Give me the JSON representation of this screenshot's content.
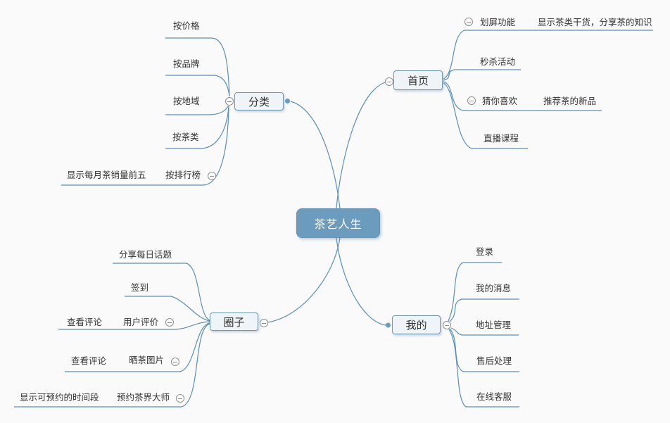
{
  "canvas": {
    "background": "#fafafa",
    "line_color": "#5a8fba",
    "node_fill": "#eff4f8",
    "node_border": "#7096ae",
    "root_fill": "#6b9cbd",
    "root_text_color": "#ffffff",
    "dot_color": "#6b9cbd"
  },
  "mindmap": {
    "root": {
      "label": "茶艺人生"
    },
    "branches": [
      {
        "label": "分类",
        "children": [
          {
            "label": "按价格"
          },
          {
            "label": "按品牌"
          },
          {
            "label": "按地域"
          },
          {
            "label": "按茶类"
          },
          {
            "label": "按排行榜",
            "children": [
              {
                "label": "显示每月茶销量前五"
              }
            ]
          }
        ]
      },
      {
        "label": "首页",
        "children": [
          {
            "label": "划屏功能",
            "children": [
              {
                "label": "显示茶类干货，分享茶的知识"
              }
            ]
          },
          {
            "label": "秒杀活动"
          },
          {
            "label": "猜你喜欢",
            "children": [
              {
                "label": "推荐茶的新品"
              }
            ]
          },
          {
            "label": "直播课程"
          }
        ]
      },
      {
        "label": "圈子",
        "children": [
          {
            "label": "分享每日话题"
          },
          {
            "label": "签到"
          },
          {
            "label": "用户评价",
            "children": [
              {
                "label": "查看评论"
              }
            ]
          },
          {
            "label": "晒茶图片",
            "children": [
              {
                "label": "查看评论"
              }
            ]
          },
          {
            "label": "预约茶界大师",
            "children": [
              {
                "label": "显示可预约的时间段"
              }
            ]
          }
        ]
      },
      {
        "label": "我的",
        "children": [
          {
            "label": "登录"
          },
          {
            "label": "我的消息"
          },
          {
            "label": "地址管理"
          },
          {
            "label": "售后处理"
          },
          {
            "label": "在线客服"
          }
        ]
      }
    ]
  }
}
